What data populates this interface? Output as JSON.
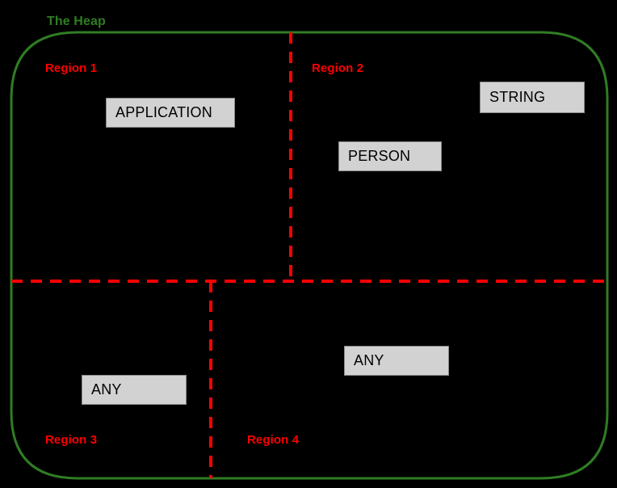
{
  "diagram": {
    "title": "The Heap",
    "title_color": "#2f7d23",
    "boundary_color": "#2f7d23",
    "divider_color": "#ff0000",
    "background_color": "#000000",
    "node_fill_color": "#d2d2d2",
    "node_border_color": "#8a8a8a",
    "node_text_color": "#000000"
  },
  "regions": [
    {
      "label": "Region 1"
    },
    {
      "label": "Region 2"
    },
    {
      "label": "Region 3"
    },
    {
      "label": "Region 4"
    }
  ],
  "nodes": [
    {
      "label": "APPLICATION",
      "region": "Region 1"
    },
    {
      "label": "STRING",
      "region": "Region 2"
    },
    {
      "label": "PERSON",
      "region": "Region 2"
    },
    {
      "label": "ANY",
      "region": "Region 3"
    },
    {
      "label": "ANY",
      "region": "Region 4"
    }
  ]
}
